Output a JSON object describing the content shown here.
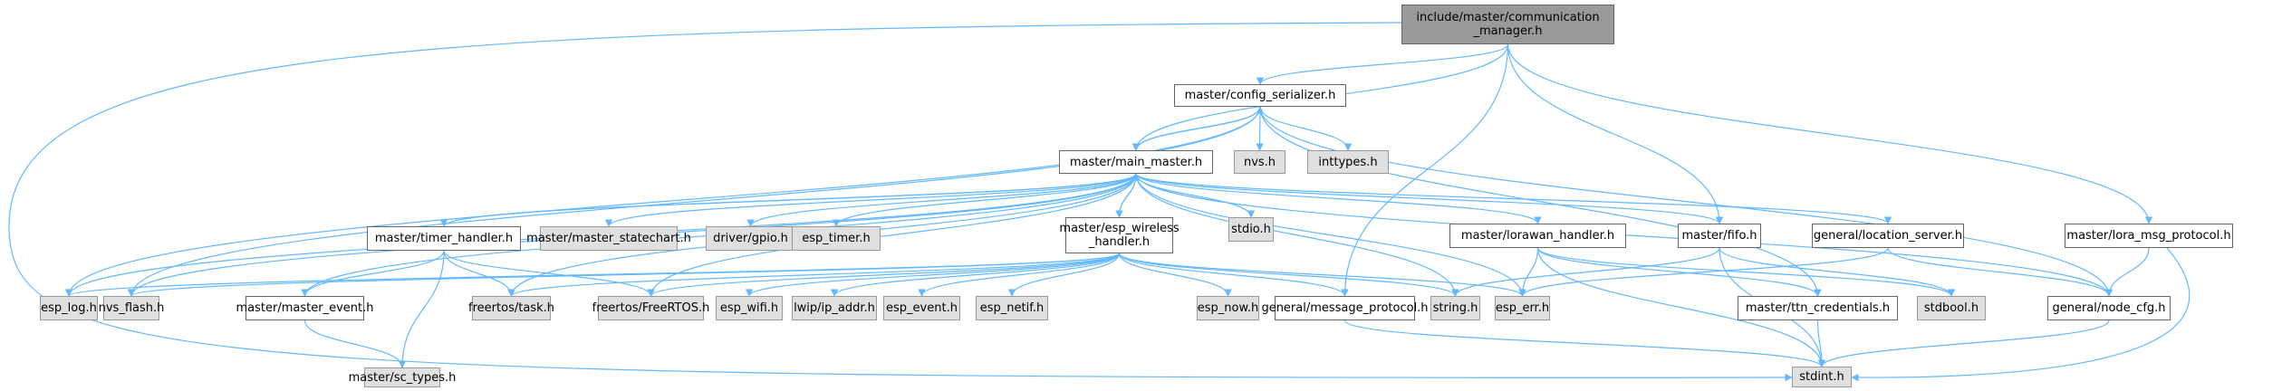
{
  "graph": {
    "title": "include/master/communication_manager.h include dependency graph",
    "colors": {
      "edge": "#63b8ff",
      "root_fill": "#999999",
      "local_fill": "#ffffff",
      "external_fill": "#e0e0e0",
      "border": "#666666"
    },
    "nodes": [
      {
        "id": "root",
        "label": "include/master/communication\n_manager.h",
        "kind": "root"
      },
      {
        "id": "config_serializer",
        "label": "master/config_serializer.h",
        "kind": "local"
      },
      {
        "id": "main_master",
        "label": "master/main_master.h",
        "kind": "local"
      },
      {
        "id": "nvs",
        "label": "nvs.h",
        "kind": "external"
      },
      {
        "id": "inttypes",
        "label": "inttypes.h",
        "kind": "external"
      },
      {
        "id": "timer_handler",
        "label": "master/timer_handler.h",
        "kind": "local"
      },
      {
        "id": "master_statechart",
        "label": "master/master_statechart.h",
        "kind": "external"
      },
      {
        "id": "gpio",
        "label": "driver/gpio.h",
        "kind": "external"
      },
      {
        "id": "esp_timer",
        "label": "esp_timer.h",
        "kind": "external"
      },
      {
        "id": "esp_wireless",
        "label": "master/esp_wireless\n_handler.h",
        "kind": "local"
      },
      {
        "id": "stdio",
        "label": "stdio.h",
        "kind": "external"
      },
      {
        "id": "lorawan_handler",
        "label": "master/lorawan_handler.h",
        "kind": "local"
      },
      {
        "id": "fifo",
        "label": "master/fifo.h",
        "kind": "local"
      },
      {
        "id": "location_server",
        "label": "general/location_server.h",
        "kind": "local"
      },
      {
        "id": "lora_msg_protocol",
        "label": "master/lora_msg_protocol.h",
        "kind": "local"
      },
      {
        "id": "esp_log",
        "label": "esp_log.h",
        "kind": "external"
      },
      {
        "id": "nvs_flash",
        "label": "nvs_flash.h",
        "kind": "external"
      },
      {
        "id": "master_event",
        "label": "master/master_event.h",
        "kind": "local"
      },
      {
        "id": "freertos_task",
        "label": "freertos/task.h",
        "kind": "external"
      },
      {
        "id": "freertos",
        "label": "freertos/FreeRTOS.h",
        "kind": "external"
      },
      {
        "id": "esp_wifi",
        "label": "esp_wifi.h",
        "kind": "external"
      },
      {
        "id": "ip_addr",
        "label": "lwip/ip_addr.h",
        "kind": "external"
      },
      {
        "id": "esp_event",
        "label": "esp_event.h",
        "kind": "external"
      },
      {
        "id": "esp_netif",
        "label": "esp_netif.h",
        "kind": "external"
      },
      {
        "id": "esp_now",
        "label": "esp_now.h",
        "kind": "external"
      },
      {
        "id": "message_protocol",
        "label": "general/message_protocol.h",
        "kind": "local"
      },
      {
        "id": "string",
        "label": "string.h",
        "kind": "external"
      },
      {
        "id": "esp_err",
        "label": "esp_err.h",
        "kind": "external"
      },
      {
        "id": "ttn_credentials",
        "label": "master/ttn_credentials.h",
        "kind": "local"
      },
      {
        "id": "stdbool",
        "label": "stdbool.h",
        "kind": "external"
      },
      {
        "id": "node_cfg",
        "label": "general/node_cfg.h",
        "kind": "local"
      },
      {
        "id": "sc_types",
        "label": "master/sc_types.h",
        "kind": "external"
      },
      {
        "id": "stdint",
        "label": "stdint.h",
        "kind": "external"
      }
    ],
    "edges": [
      [
        "root",
        "config_serializer"
      ],
      [
        "root",
        "main_master"
      ],
      [
        "root",
        "stdint"
      ],
      [
        "root",
        "message_protocol"
      ],
      [
        "root",
        "fifo"
      ],
      [
        "root",
        "lora_msg_protocol"
      ],
      [
        "config_serializer",
        "main_master"
      ],
      [
        "config_serializer",
        "nvs"
      ],
      [
        "config_serializer",
        "inttypes"
      ],
      [
        "config_serializer",
        "esp_log"
      ],
      [
        "config_serializer",
        "nvs_flash"
      ],
      [
        "config_serializer",
        "node_cfg"
      ],
      [
        "config_serializer",
        "ttn_credentials"
      ],
      [
        "main_master",
        "config_serializer"
      ],
      [
        "main_master",
        "timer_handler"
      ],
      [
        "main_master",
        "master_statechart"
      ],
      [
        "main_master",
        "gpio"
      ],
      [
        "main_master",
        "esp_timer"
      ],
      [
        "main_master",
        "esp_wireless"
      ],
      [
        "main_master",
        "stdio"
      ],
      [
        "main_master",
        "lorawan_handler"
      ],
      [
        "main_master",
        "fifo"
      ],
      [
        "main_master",
        "location_server"
      ],
      [
        "main_master",
        "esp_log"
      ],
      [
        "main_master",
        "nvs_flash"
      ],
      [
        "main_master",
        "master_event"
      ],
      [
        "main_master",
        "freertos_task"
      ],
      [
        "main_master",
        "freertos"
      ],
      [
        "main_master",
        "string"
      ],
      [
        "main_master",
        "esp_err"
      ],
      [
        "main_master",
        "node_cfg"
      ],
      [
        "timer_handler",
        "main_master"
      ],
      [
        "timer_handler",
        "master_event"
      ],
      [
        "timer_handler",
        "freertos_task"
      ],
      [
        "timer_handler",
        "freertos"
      ],
      [
        "timer_handler",
        "sc_types"
      ],
      [
        "esp_wireless",
        "main_master"
      ],
      [
        "esp_wireless",
        "esp_log"
      ],
      [
        "esp_wireless",
        "nvs_flash"
      ],
      [
        "esp_wireless",
        "freertos_task"
      ],
      [
        "esp_wireless",
        "freertos"
      ],
      [
        "esp_wireless",
        "esp_wifi"
      ],
      [
        "esp_wireless",
        "ip_addr"
      ],
      [
        "esp_wireless",
        "esp_event"
      ],
      [
        "esp_wireless",
        "esp_netif"
      ],
      [
        "esp_wireless",
        "esp_now"
      ],
      [
        "esp_wireless",
        "message_protocol"
      ],
      [
        "esp_wireless",
        "string"
      ],
      [
        "esp_wireless",
        "esp_err"
      ],
      [
        "master_event",
        "sc_types"
      ],
      [
        "lorawan_handler",
        "esp_err"
      ],
      [
        "lorawan_handler",
        "ttn_credentials"
      ],
      [
        "lorawan_handler",
        "stdbool"
      ],
      [
        "lorawan_handler",
        "stdint"
      ],
      [
        "fifo",
        "string"
      ],
      [
        "fifo",
        "stdbool"
      ],
      [
        "fifo",
        "stdint"
      ],
      [
        "location_server",
        "esp_err"
      ],
      [
        "location_server",
        "node_cfg"
      ],
      [
        "lora_msg_protocol",
        "node_cfg"
      ],
      [
        "lora_msg_protocol",
        "stdint"
      ],
      [
        "message_protocol",
        "stdint"
      ],
      [
        "ttn_credentials",
        "stdint"
      ],
      [
        "node_cfg",
        "stdint"
      ]
    ]
  }
}
